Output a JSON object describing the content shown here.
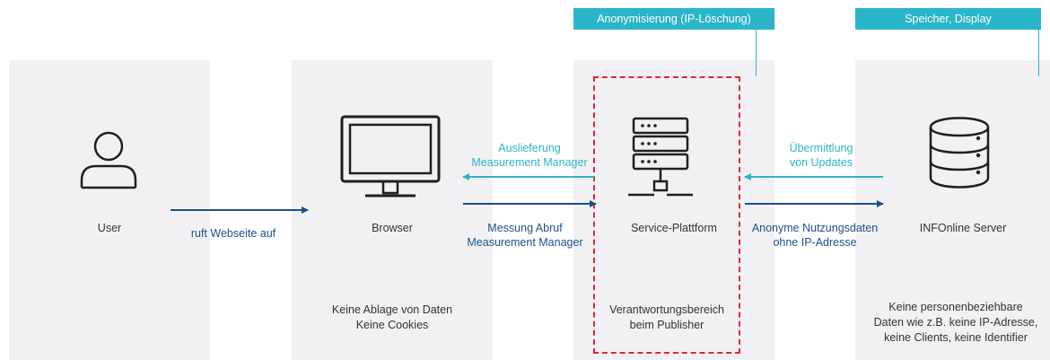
{
  "tags": {
    "anonymization": "Anonymisierung (IP-Löschung)",
    "storage": "Speicher, Display"
  },
  "nodes": {
    "user": "User",
    "browser": "Browser",
    "service": "Service-Plattform",
    "server": "INFOnline Server"
  },
  "notes": {
    "browser": [
      "Keine Ablage von Daten",
      "Keine Cookies"
    ],
    "service": [
      "Verantwortungsbereich",
      "beim Publisher"
    ],
    "server": [
      "Keine personenbeziehbare",
      "Daten wie z.B. keine IP-Adresse,",
      "keine Clients, keine Identifier"
    ]
  },
  "flows": {
    "user_to_browser": "ruft Webseite auf",
    "delivery": [
      "Auslieferung",
      "Measurement Manager"
    ],
    "measurement": [
      "Messung Abruf",
      "Measurement Manager"
    ],
    "updates": [
      "Übermittlung",
      "von Updates"
    ],
    "anonymous": [
      "Anonyme Nutzungsdaten",
      "ohne IP-Adresse"
    ]
  },
  "colors": {
    "panel": "#f1f1f4",
    "accent": "#2bb5c8",
    "dark_arrow": "#1d4f8a",
    "responsibility_border": "#e3262d"
  },
  "icons": [
    "user-icon",
    "monitor-icon",
    "server-rack-icon",
    "database-icon"
  ]
}
